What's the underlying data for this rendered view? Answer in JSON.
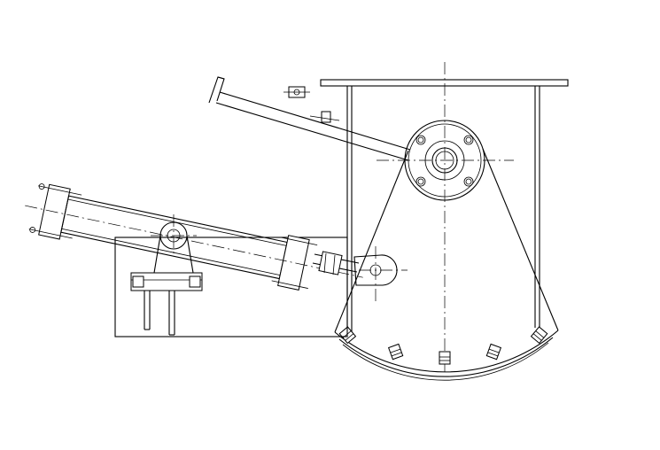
{
  "drawing": {
    "kind": "mechanical line drawing",
    "line_color": "#000000",
    "background_color": "#ffffff",
    "parts": [
      "top-flange",
      "chute-body",
      "discharge-gate-sector",
      "pivot-shaft-bearing",
      "gate-bolts",
      "pneumatic-cylinder",
      "cylinder-trunnion-mount",
      "mounting-frame",
      "rod-clevis",
      "inclined-bracket-arm"
    ]
  }
}
